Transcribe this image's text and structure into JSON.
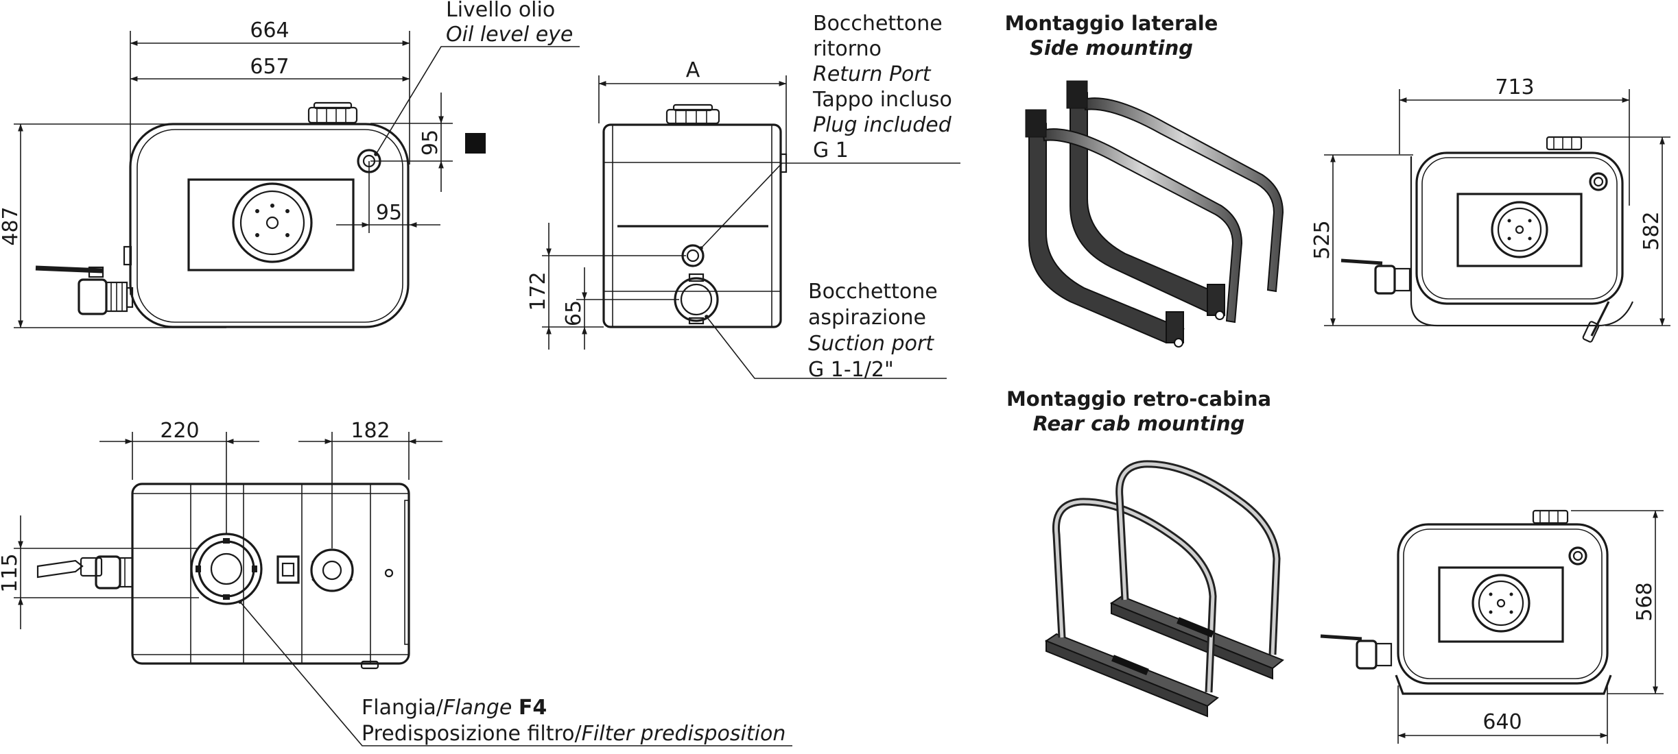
{
  "side_view": {
    "dim_width_outer": "664",
    "dim_width_inner": "657",
    "dim_height": "487",
    "dim_eye_vertical": "95",
    "dim_eye_horizontal": "95",
    "oil_level_it": "Livello olio",
    "oil_level_en": "Oil level eye"
  },
  "end_view": {
    "dim_a": "A",
    "dim_return_height": "172",
    "dim_suction_height": "65",
    "return_port": [
      "Bocchettone",
      "ritorno",
      "Return Port",
      "Tappo incluso",
      "Plug included",
      "G 1"
    ],
    "suction_port": [
      "Bocchettone",
      "aspirazione",
      "Suction port",
      "G 1-1/2\""
    ]
  },
  "top_view": {
    "dim_flange_pos": "220",
    "dim_filler_pos": "182",
    "dim_valve_offset": "115",
    "flange_it": "Flangia/",
    "flange_en": "Flange",
    "flange_code": "F4",
    "filter_it": "Predisposizione filtro/",
    "filter_en": "Filter predisposition"
  },
  "side_mounting": {
    "title_it": "Montaggio laterale",
    "title_en": "Side mounting",
    "dim_width": "713",
    "dim_height_inner": "525",
    "dim_height_outer": "582"
  },
  "rear_mounting": {
    "title_it": "Montaggio retro-cabina",
    "title_en": "Rear cab mounting",
    "dim_width": "640",
    "dim_height": "568"
  }
}
